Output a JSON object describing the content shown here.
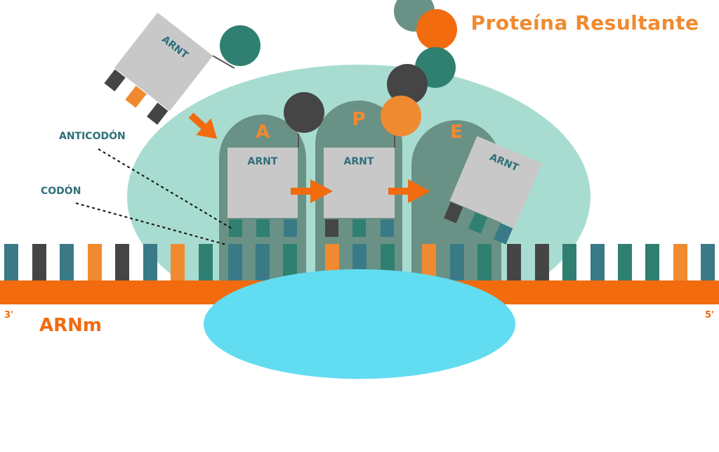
{
  "title": "Proteína Resultante",
  "labels": {
    "anticodon": "ANTICODÓN",
    "codon": "CODÓN",
    "mrna": "ARNm",
    "end_left": "3'",
    "end_right": "5'"
  },
  "sites": [
    "A",
    "P",
    "E"
  ],
  "trna_label": "ARNT",
  "colors": {
    "orange": "#f26b0f",
    "orange_light": "#f08a30",
    "teal_dark": "#3a7a86",
    "green": "#2f8070",
    "charcoal": "#454545",
    "grey_green": "#6a9186",
    "ribosome_large": "#a8dcd1",
    "ribosome_small": "#62dcf0",
    "trna_body": "#c8c8c8",
    "label_teal": "#2e6f78"
  }
}
